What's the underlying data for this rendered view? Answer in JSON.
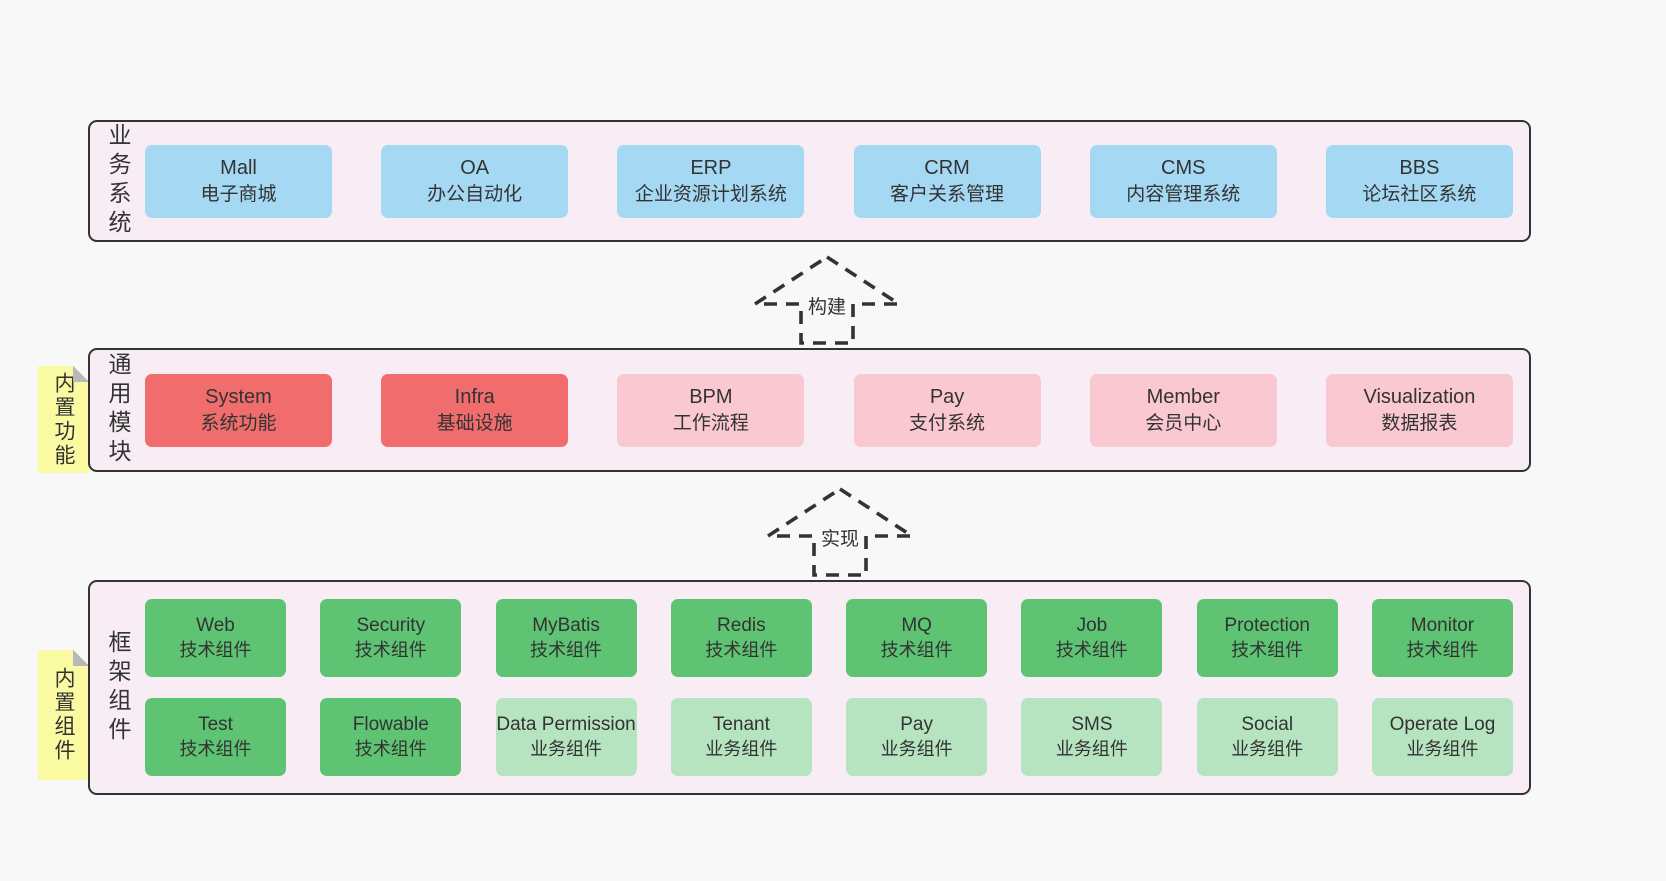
{
  "colors": {
    "page_bg": "#f8f8f8",
    "panel_bg": "#f8edf5",
    "panel_border": "#333333",
    "blue": "#a5d9f3",
    "red": "#f16d6d",
    "pink": "#fac8d0",
    "green": "#5ec473",
    "light_green": "#b6e3c0",
    "note_yellow": "#fafaa2",
    "text": "#333333"
  },
  "layers": {
    "business": {
      "label": "业务系统",
      "boxes": [
        {
          "title": "Mall",
          "subtitle": "电子商城"
        },
        {
          "title": "OA",
          "subtitle": "办公自动化"
        },
        {
          "title": "ERP",
          "subtitle": "企业资源计划系统"
        },
        {
          "title": "CRM",
          "subtitle": "客户关系管理"
        },
        {
          "title": "CMS",
          "subtitle": "内容管理系统"
        },
        {
          "title": "BBS",
          "subtitle": "论坛社区系统"
        }
      ]
    },
    "modules": {
      "label": "通用模块",
      "note": "内置功能",
      "boxes": [
        {
          "title": "System",
          "subtitle": "系统功能"
        },
        {
          "title": "Infra",
          "subtitle": "基础设施"
        },
        {
          "title": "BPM",
          "subtitle": "工作流程"
        },
        {
          "title": "Pay",
          "subtitle": "支付系统"
        },
        {
          "title": "Member",
          "subtitle": "会员中心"
        },
        {
          "title": "Visualization",
          "subtitle": "数据报表"
        }
      ]
    },
    "framework": {
      "label": "框架组件",
      "note": "内置组件",
      "row1": [
        {
          "title": "Web",
          "subtitle": "技术组件"
        },
        {
          "title": "Security",
          "subtitle": "技术组件"
        },
        {
          "title": "MyBatis",
          "subtitle": "技术组件"
        },
        {
          "title": "Redis",
          "subtitle": "技术组件"
        },
        {
          "title": "MQ",
          "subtitle": "技术组件"
        },
        {
          "title": "Job",
          "subtitle": "技术组件"
        },
        {
          "title": "Protection",
          "subtitle": "技术组件"
        },
        {
          "title": "Monitor",
          "subtitle": "技术组件"
        }
      ],
      "row2": [
        {
          "title": "Test",
          "subtitle": "技术组件"
        },
        {
          "title": "Flowable",
          "subtitle": "技术组件"
        },
        {
          "title": "Data Permission",
          "subtitle": "业务组件"
        },
        {
          "title": "Tenant",
          "subtitle": "业务组件"
        },
        {
          "title": "Pay",
          "subtitle": "业务组件"
        },
        {
          "title": "SMS",
          "subtitle": "业务组件"
        },
        {
          "title": "Social",
          "subtitle": "业务组件"
        },
        {
          "title": "Operate Log",
          "subtitle": "业务组件"
        }
      ]
    }
  },
  "arrows": {
    "build": "构建",
    "implement": "实现"
  }
}
